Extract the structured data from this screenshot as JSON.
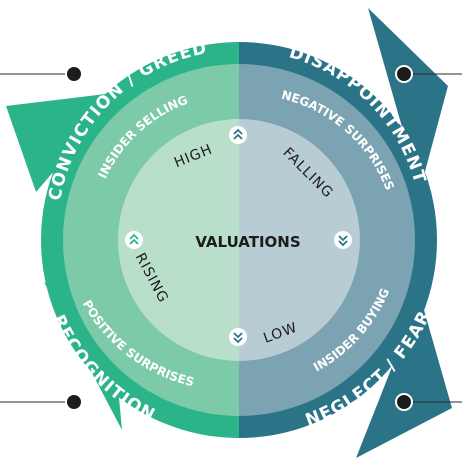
{
  "colors": {
    "green_dark": "#2bb48a",
    "green_mid": "#7ccaa8",
    "green_light": "#b9dfca",
    "teal_dark": "#2b7488",
    "teal_mid": "#7ba3b2",
    "teal_light": "#b8ccd3",
    "text_white": "#ffffff",
    "text_dark": "#1c1c1c",
    "connector": "#2a2a2a"
  },
  "outer_ring": {
    "top_left": "CONVICTION / GREED",
    "top_right": "DISAPPOINTMENT",
    "bottom_left": "RECOGNITION",
    "bottom_right": "NEGLECT / FEAR"
  },
  "middle_ring": {
    "top_left": "INSIDER SELLING",
    "top_right": "NEGATIVE SURPRISES",
    "bottom_left": "POSITIVE SURPRISES",
    "bottom_right": "INSIDER BUYING"
  },
  "center": {
    "title": "VALUATIONS",
    "high": "HIGH",
    "falling": "FALLING",
    "low": "LOW",
    "rising": "RISING"
  },
  "icons": {
    "high": "chevron-double-up-icon",
    "falling": "chevron-double-down-icon",
    "low": "chevron-double-down-icon",
    "rising": "chevron-double-up-icon"
  }
}
